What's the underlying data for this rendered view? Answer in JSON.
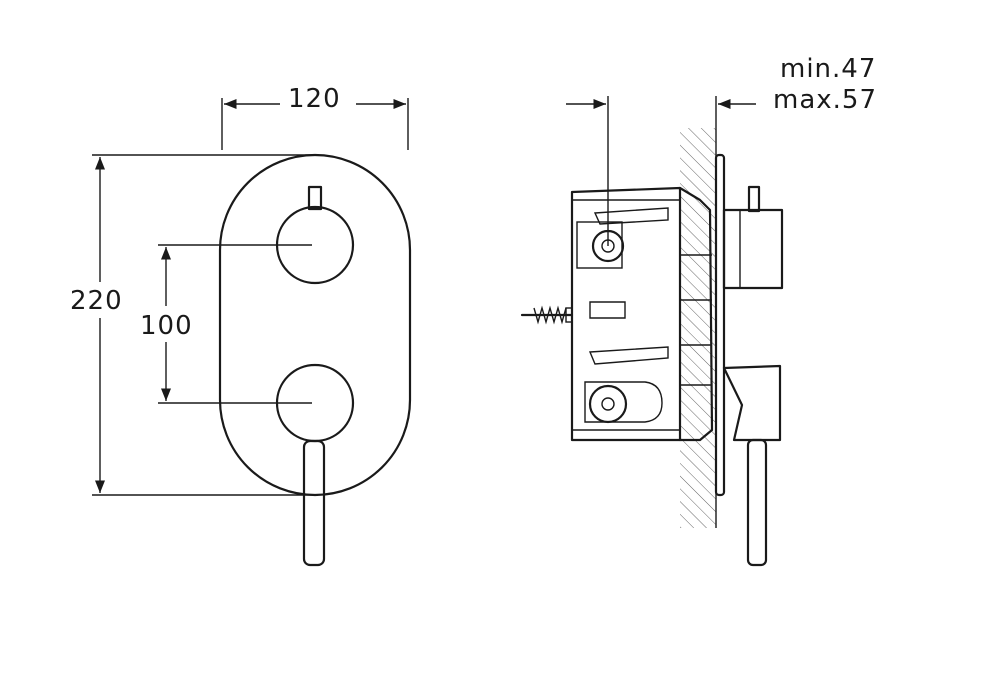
{
  "dimensions": {
    "width_label": "120",
    "height_label": "220",
    "center_distance_label": "100",
    "depth_min_label": "min.47",
    "depth_max_label": "max.57"
  },
  "colors": {
    "line": "#1a1a1a",
    "background": "#ffffff",
    "hatch": "#555555"
  }
}
